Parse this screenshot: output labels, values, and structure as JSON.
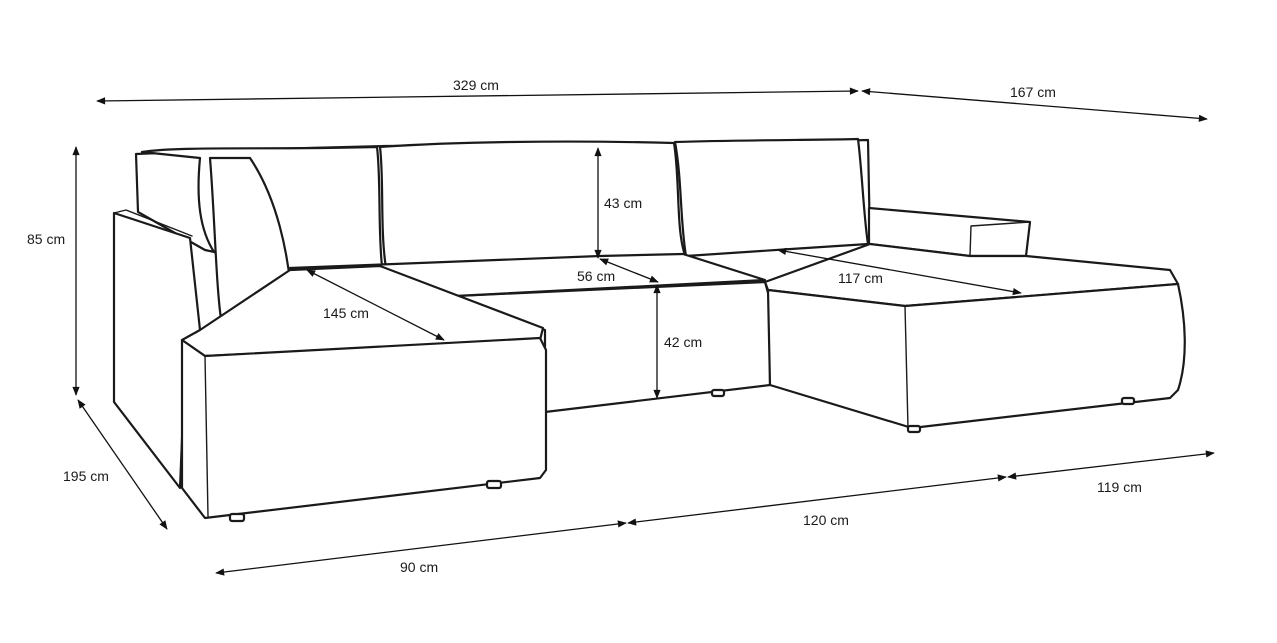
{
  "diagram": {
    "dimensions": {
      "total_width": "329 cm",
      "chaise_width": "167 cm",
      "total_height": "85 cm",
      "depth": "195 cm",
      "back_cushion_height": "43 cm",
      "seat_depth": "56 cm",
      "seat_height": "42 cm",
      "left_chaise_length": "145 cm",
      "right_chaise_length": "117 cm",
      "left_module_width": "90 cm",
      "middle_module_width": "120 cm",
      "right_module_width": "119 cm"
    },
    "colors": {
      "line": "#1a1a1a",
      "background": "#ffffff"
    }
  }
}
